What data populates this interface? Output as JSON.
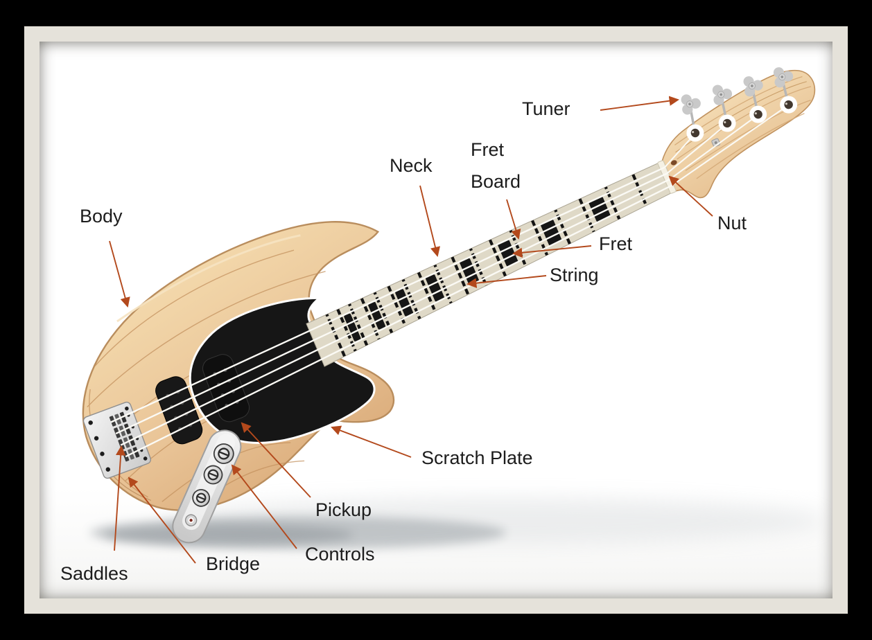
{
  "diagram": {
    "subject": "Bass guitar parts diagram",
    "style": "framed illustration with callout labels"
  },
  "colors": {
    "background": "#000000",
    "frame": "#e5e2da",
    "canvas": "#ffffff",
    "arrow": "#b3491c",
    "label_text": "#1c1c1c",
    "body_wood": "#e9c498",
    "headstock_wood": "#f0d5ac",
    "fretboard": "#dfd9c7",
    "scratch_plate": "#161616",
    "hardware_chrome": "#e8e8e8",
    "string": "#fbfaf5"
  },
  "labels": [
    {
      "id": "body",
      "text": "Body"
    },
    {
      "id": "tuner",
      "text": "Tuner"
    },
    {
      "id": "neck",
      "text": "Neck"
    },
    {
      "id": "fret-board",
      "text": "Fret\nBoard"
    },
    {
      "id": "nut",
      "text": "Nut"
    },
    {
      "id": "fret",
      "text": "Fret"
    },
    {
      "id": "string",
      "text": "String"
    },
    {
      "id": "scratch-plate",
      "text": "Scratch Plate"
    },
    {
      "id": "pickup",
      "text": "Pickup"
    },
    {
      "id": "controls",
      "text": "Controls"
    },
    {
      "id": "bridge",
      "text": "Bridge"
    },
    {
      "id": "saddles",
      "text": "Saddles"
    }
  ]
}
